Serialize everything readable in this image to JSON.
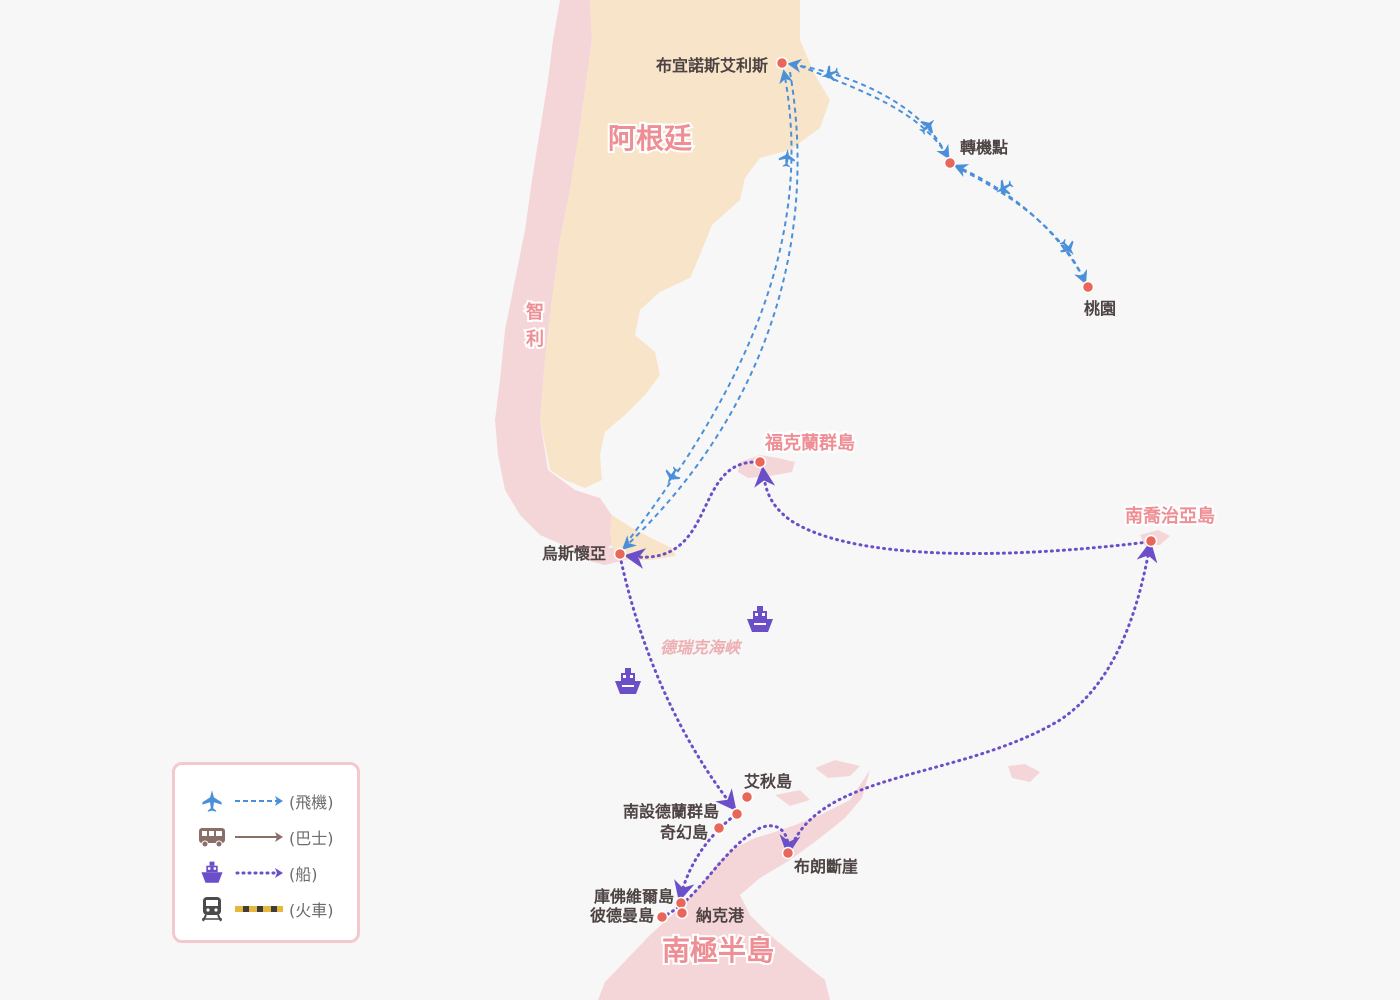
{
  "map": {
    "countries": {
      "argentina": "阿根廷",
      "chile": "智利"
    },
    "region_antarctic": "南極半島",
    "islands": {
      "falklands": "福克蘭群島",
      "south_georgia": "南喬治亞島"
    },
    "sea": "德瑞克海峽",
    "places": {
      "buenos_aires": "布宜諾斯艾利斯",
      "transfer": "轉機點",
      "taoyuan": "桃園",
      "ushuaia": "烏斯懷亞",
      "aitcho": "艾秋島",
      "south_shetland": "南設德蘭群島",
      "deception": "奇幻島",
      "brown_bluff": "布朗斷崖",
      "cuverville": "庫佛維爾島",
      "petermann": "彼德曼島",
      "neko": "納克港"
    }
  },
  "legend": {
    "plane": "(飛機)",
    "bus": "(巴士)",
    "ship": "(船)",
    "train": "(火車)"
  },
  "colors": {
    "ocean": "#f8f7f7",
    "land_argentina": "#f8e5c9",
    "land_chile": "#f5d6d8",
    "antarctica": "#f5d6d8",
    "flight_route": "#4a90d9",
    "ship_route": "#6b4fc9",
    "bus_route": "#8a6f68",
    "train_dash": "#e6b93e",
    "marker": "#e9665a",
    "region_label": "#ee8f95"
  },
  "icons": [
    "plane-icon",
    "bus-icon",
    "ship-icon",
    "train-icon"
  ]
}
